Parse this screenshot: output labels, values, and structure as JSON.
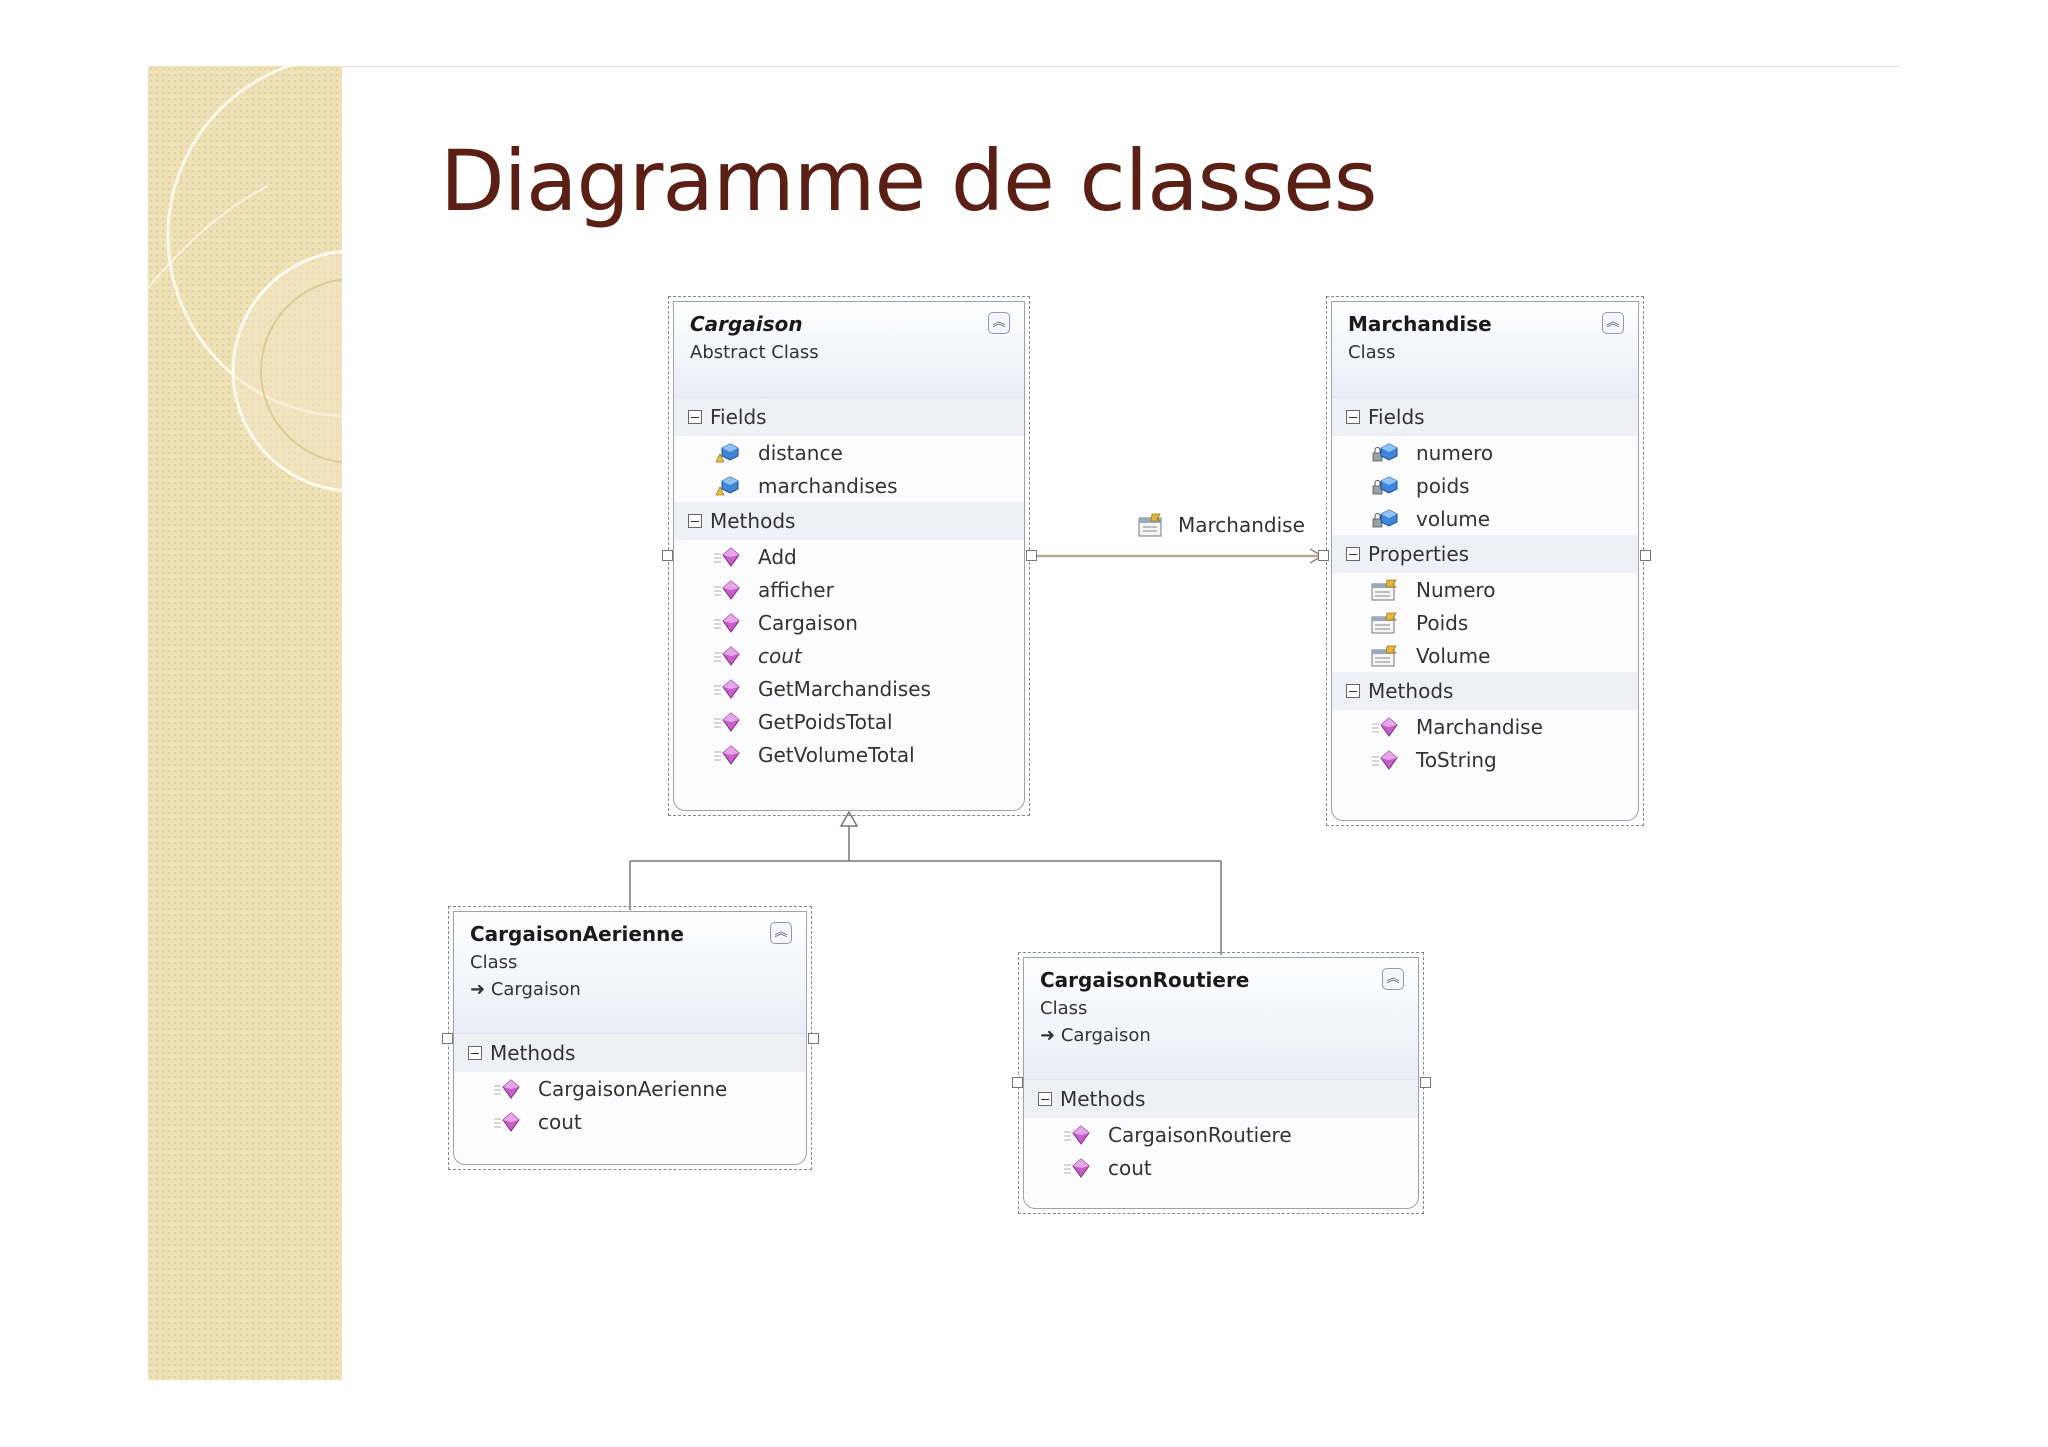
{
  "slide": {
    "title": "Diagramme de classes"
  },
  "classes": {
    "cargaison": {
      "name": "Cargaison",
      "kind": "Abstract Class",
      "fields_label": "Fields",
      "fields": [
        "distance",
        "marchandises"
      ],
      "methods_label": "Methods",
      "methods": [
        "Add",
        "afficher",
        "Cargaison",
        "cout",
        "GetMarchandises",
        "GetPoidsTotal",
        "GetVolumeTotal"
      ]
    },
    "marchandise": {
      "name": "Marchandise",
      "kind": "Class",
      "fields_label": "Fields",
      "fields": [
        "numero",
        "poids",
        "volume"
      ],
      "properties_label": "Properties",
      "properties": [
        "Numero",
        "Poids",
        "Volume"
      ],
      "methods_label": "Methods",
      "methods": [
        "Marchandise",
        "ToString"
      ]
    },
    "aerienne": {
      "name": "CargaisonAerienne",
      "kind": "Class",
      "base": "Cargaison",
      "methods_label": "Methods",
      "methods": [
        "CargaisonAerienne",
        "cout"
      ]
    },
    "routiere": {
      "name": "CargaisonRoutiere",
      "kind": "Class",
      "base": "Cargaison",
      "methods_label": "Methods",
      "methods": [
        "CargaisonRoutiere",
        "cout"
      ]
    }
  },
  "association": {
    "label": "Marchandise"
  },
  "icons": {
    "field": "protected-field-icon",
    "private_field": "private-field-icon",
    "method": "method-icon",
    "property": "property-icon",
    "collapse": "collapse-chevron-icon",
    "base": "inheritance-arrow-icon"
  }
}
